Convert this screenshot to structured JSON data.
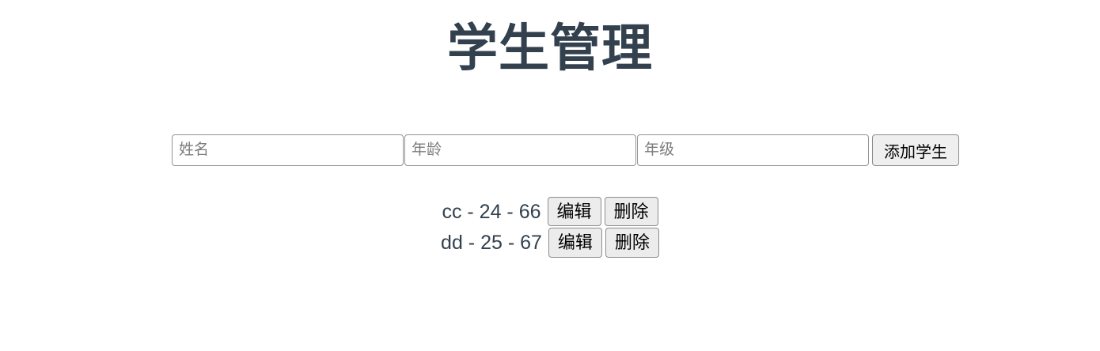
{
  "app": {
    "title": "学生管理",
    "background_color": "#ffffff",
    "title_color": "#33414f",
    "text_color": "#33414f",
    "button_background": "#ececec",
    "border_color": "#8d8d8d",
    "placeholder_color": "#7d7d7d"
  },
  "form": {
    "name_input": {
      "placeholder": "姓名",
      "value": ""
    },
    "age_input": {
      "placeholder": "年龄",
      "value": ""
    },
    "grade_input": {
      "placeholder": "年级",
      "value": ""
    },
    "add_button_label": "添加学生"
  },
  "list": {
    "edit_label": "编辑",
    "delete_label": "删除",
    "rows": [
      {
        "text": "cc - 24 - 66",
        "name": "cc",
        "age": "24",
        "grade": "66",
        "edit_label": "编辑",
        "delete_label": "删除"
      },
      {
        "text": "dd - 25 - 67",
        "name": "dd",
        "age": "25",
        "grade": "67",
        "edit_label": "编辑",
        "delete_label": "删除"
      }
    ]
  }
}
